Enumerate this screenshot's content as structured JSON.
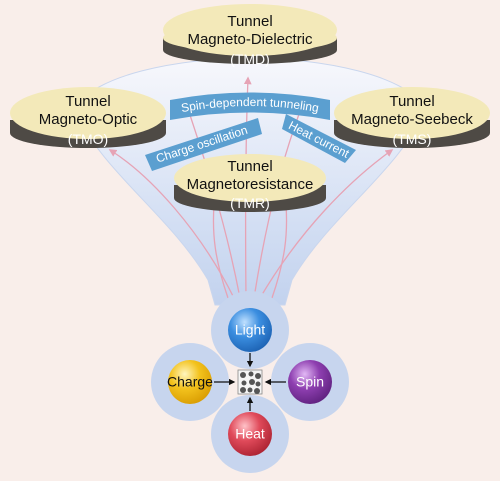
{
  "colors": {
    "background": "#f9eeea",
    "ribbon": "#5b9fd0",
    "disk_top": "#f3e9b9",
    "disk_side": "#4e4a45",
    "arrow_pink": "#e6a3b5",
    "funnel": "#cfdcf2",
    "halo": "#c7d5ee",
    "light": "#3b8ee0",
    "charge": "#f3c21d",
    "spin": "#8e3fb0",
    "heat": "#e04a5a"
  },
  "disks": {
    "tmd": {
      "line1": "Tunnel",
      "line2": "Magneto-Dielectric",
      "abbr": "(TMD)"
    },
    "tmo": {
      "line1": "Tunnel",
      "line2": "Magneto-Optic",
      "abbr": "(TMO)"
    },
    "tms": {
      "line1": "Tunnel",
      "line2": "Magneto-Seebeck",
      "abbr": "(TMS)"
    },
    "tmr": {
      "line1": "Tunnel",
      "line2": "Magnetoresistance",
      "abbr": "(TMR)"
    }
  },
  "ribbons": {
    "spin_tunneling": "Spin-dependent tunneling",
    "charge_oscillation": "Charge oscillation",
    "heat_current": "Heat current"
  },
  "nodes": {
    "light": "Light",
    "charge": "Charge",
    "spin": "Spin",
    "heat": "Heat"
  }
}
